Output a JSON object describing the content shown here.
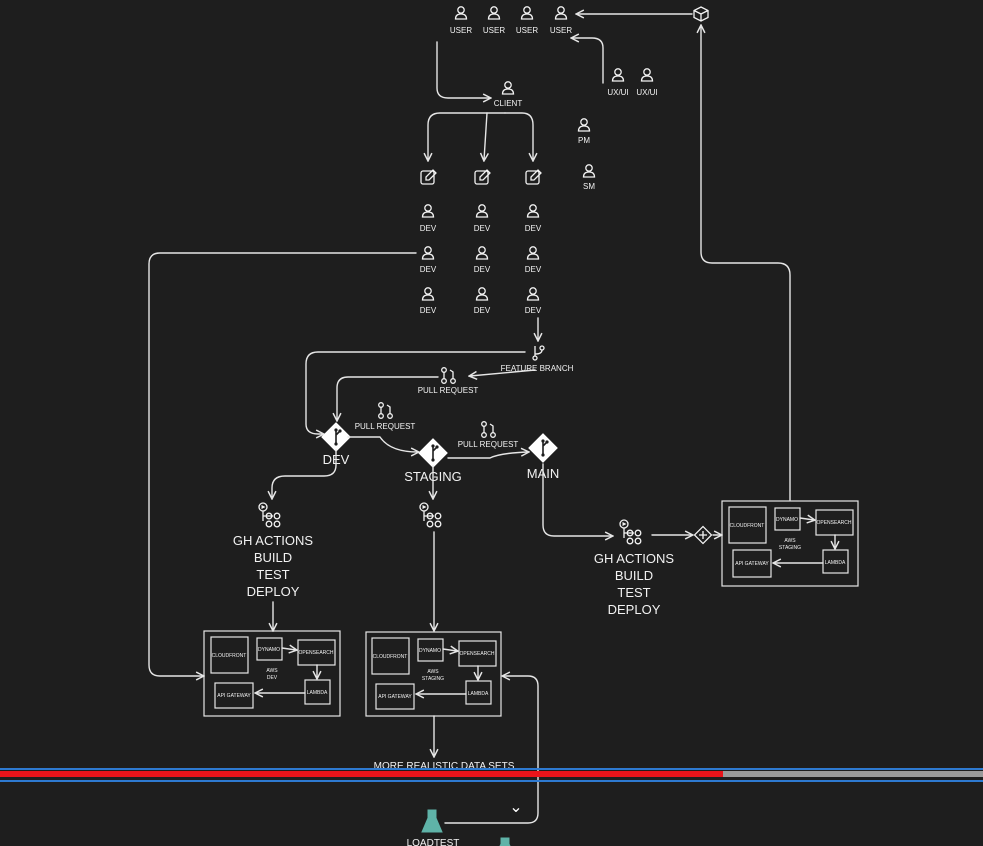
{
  "users": [
    "USER",
    "USER",
    "USER",
    "USER"
  ],
  "uxui": [
    "UX/UI",
    "UX/UI"
  ],
  "client": "CLIENT",
  "pm": "PM",
  "sm": "SM",
  "dev_label": "DEV",
  "feature_branch": "FEATURE BRANCH",
  "pull_request": "PULL REQUEST",
  "branches": {
    "dev": "DEV",
    "staging": "STAGING",
    "main": "MAIN"
  },
  "gh_actions": [
    "GH ACTIONS",
    "BUILD",
    "TEST",
    "DEPLOY"
  ],
  "aws": {
    "cloudfront": "CLOUDFRONT",
    "dynamo": "DYNAMO",
    "opensearch": "OPENSEARCH",
    "lambda": "LAMBDA",
    "api_gateway": "API GATEWAY",
    "dev_env": [
      "AWS",
      "DEV"
    ],
    "staging_env": [
      "AWS",
      "STAGING"
    ]
  },
  "more_data": "MORE REALISTIC DATA SETS",
  "loadtest": "LOADTEST",
  "video": {
    "progress": 0.735
  }
}
